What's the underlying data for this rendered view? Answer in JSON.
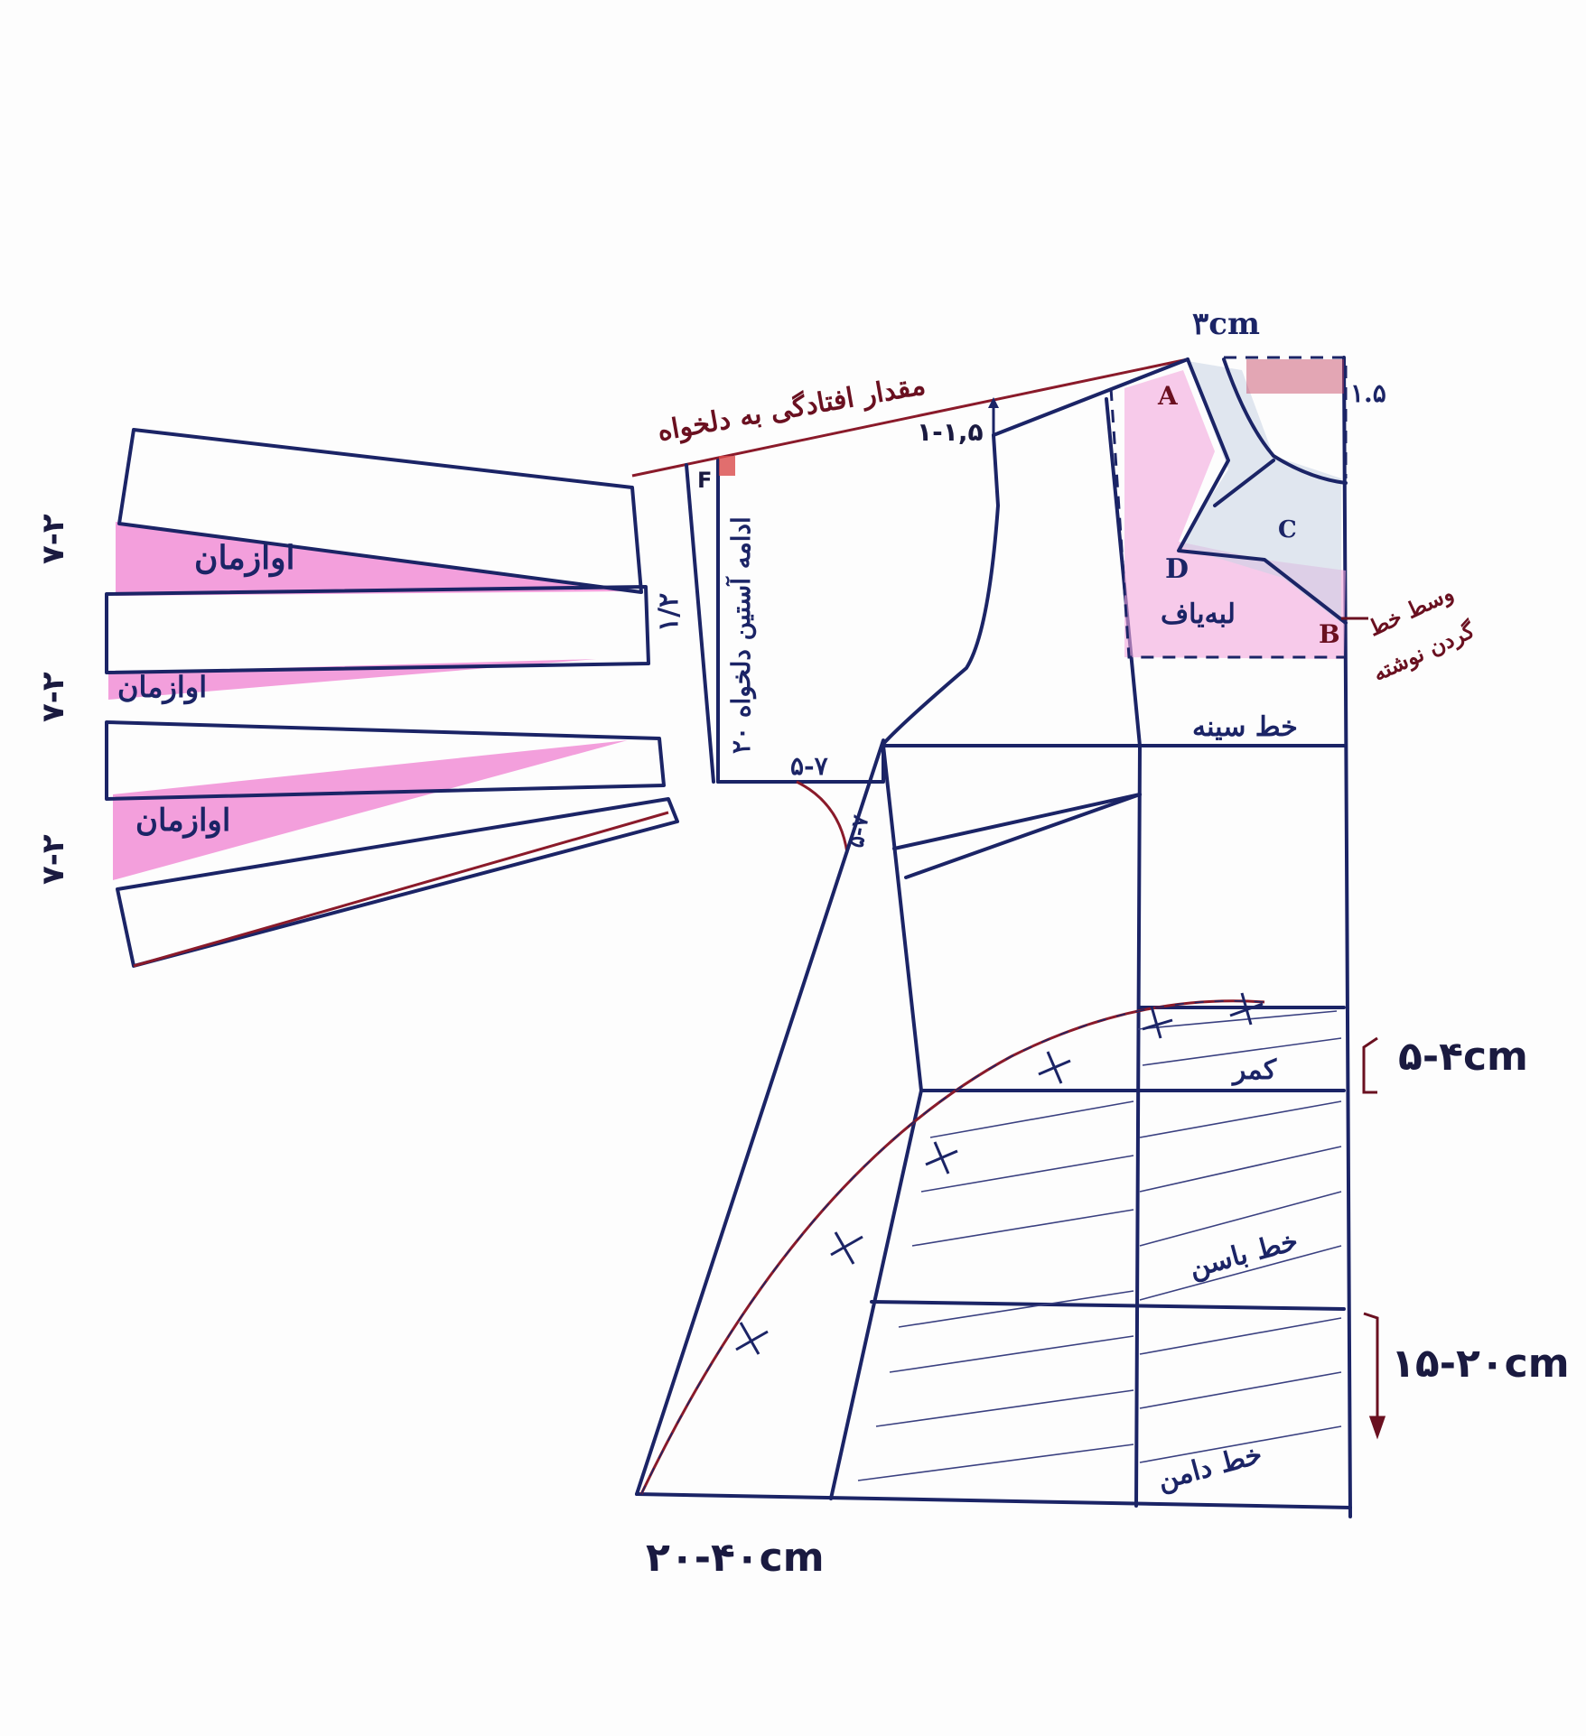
{
  "labels": {
    "top_cm": "٣cm",
    "point_a": "A",
    "point_b": "B",
    "point_c": "C",
    "point_d": "D",
    "point_f": "F",
    "neck_drop": "١.۵",
    "shoulder_rise": "١-١,۵",
    "shoulder_ease": "مقدار افتادگی به دلخواه",
    "facing": "لبه‌یاف",
    "center_front": "وسط خط",
    "button_line": "گردن نوشته",
    "chest_line": "خط سینه",
    "waist_line": "کمر",
    "hip_line": "خط باسن",
    "hem_line": "خط دامن",
    "waist_ease": "۵-۴cm",
    "hip_drop": "۱۵-۲۰cm",
    "flare_width": "۲۰-۴۰cm",
    "armhole_curve": "۵-۷",
    "side_ease": "۵-۷",
    "sleeve_length": "۲۰ ادامه آستین دلخواه",
    "sleeve_half": "۱/۲",
    "slash_1": "اوازمان",
    "slash_2": "اوازمان",
    "slash_3": "اوازمان",
    "spread_1": "۷-۲",
    "spread_2": "۷-۲",
    "spread_3": "۷-۲"
  },
  "colors": {
    "ink_blue": "#1b2466",
    "ink_red": "#8a1a2a",
    "highlight_pink": "#ef7fd0"
  }
}
